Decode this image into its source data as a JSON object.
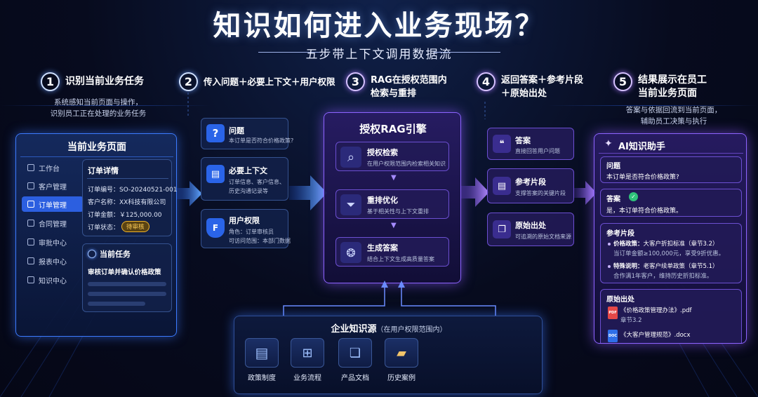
{
  "header": {
    "title": "知识如何进入业务现场？",
    "subtitle": "五步带上下文调用数据流"
  },
  "steps": [
    {
      "num": "1",
      "title": "识别当前业务任务",
      "desc": [
        "系统感知当前页面与操作，",
        "识别员工正在处理的业务任务"
      ]
    },
    {
      "num": "2",
      "title": "传入问题＋必要上下文＋用户权限"
    },
    {
      "num": "3",
      "title": [
        "RAG在授权范围内",
        "检索与重排"
      ]
    },
    {
      "num": "4",
      "title": [
        "返回答案＋参考片段",
        "＋原始出处"
      ]
    },
    {
      "num": "5",
      "title": [
        "结果展示在员工",
        "当前业务页面"
      ],
      "desc": [
        "答案与依据回流到当前页面，",
        "辅助员工决策与执行"
      ]
    }
  ],
  "business_page": {
    "title": "当前业务页面",
    "menu": [
      {
        "label": "工作台",
        "icon": "home-icon"
      },
      {
        "label": "客户管理",
        "icon": "user-icon"
      },
      {
        "label": "订单管理",
        "icon": "order-icon",
        "active": true
      },
      {
        "label": "合同管理",
        "icon": "contract-icon"
      },
      {
        "label": "审批中心",
        "icon": "approve-icon"
      },
      {
        "label": "报表中心",
        "icon": "report-icon"
      },
      {
        "label": "知识中心",
        "icon": "knowledge-icon"
      }
    ],
    "order": {
      "heading": "订单详情",
      "number": "订单编号：SO-20240521-001",
      "customer": "客户名称：XX科技有限公司",
      "amount": "订单金额：￥125,000.00",
      "status_label": "订单状态：",
      "status_badge": "待审核"
    },
    "task": {
      "heading": "当前任务",
      "text": "审核订单并确认价格政策"
    }
  },
  "context_cards": [
    {
      "title": "问题",
      "desc": "本订单是否符合价格政策?",
      "icon": "question-icon"
    },
    {
      "title": "必要上下文",
      "desc": [
        "订单信息、客户信息、",
        "历史沟通记录等"
      ],
      "icon": "document-icon"
    },
    {
      "title": "用户权限",
      "desc": [
        "角色：订单审核员",
        "可访问范围：本部门数据"
      ],
      "icon": "shield-icon"
    }
  ],
  "engine": {
    "title": "授权RAG引擎",
    "stages": [
      {
        "title": "授权检索",
        "desc": "在用户权限范围内检索相关知识",
        "icon": "search-icon"
      },
      {
        "title": "重排优化",
        "desc": "基于相关性与上下文重排",
        "icon": "filter-icon"
      },
      {
        "title": "生成答案",
        "desc": "结合上下文生成高质量答案",
        "icon": "brain-icon"
      }
    ]
  },
  "output_cards": [
    {
      "title": "答案",
      "desc": "直接回答用户问题",
      "icon": "answer-icon"
    },
    {
      "title": "参考片段",
      "desc": "支撑答案的关键片段",
      "icon": "snippet-icon"
    },
    {
      "title": "原始出处",
      "desc": "可追溯的原始文档来源",
      "icon": "book-icon"
    }
  ],
  "assistant": {
    "title": "AI知识助手",
    "question_label": "问题",
    "question": "本订单是否符合价格政策?",
    "answer_label": "答案",
    "answer": "是，本订单符合价格政策。",
    "refs_label": "参考片段",
    "refs": [
      {
        "key": "价格政策：",
        "line1": "大客户折扣标准（章节3.2）",
        "line2": "当订单金额≥100,000元，享受9折优惠。"
      },
      {
        "key": "特殊说明：",
        "line1": "老客户续单政策（章节5.1）",
        "line2": "合作满1年客户，维持历史折扣标准。"
      }
    ],
    "source_label": "原始出处",
    "sources": [
      {
        "name": "《价格政策管理办法》.pdf",
        "section": "章节3.2",
        "type": "PDF"
      },
      {
        "name": "《大客户管理规范》.docx",
        "section": "",
        "type": "DOC"
      }
    ]
  },
  "knowledge_source": {
    "title": "企业知识源",
    "note": "（在用户权限范围内）",
    "items": [
      {
        "label": "政策制度",
        "icon": "policy-icon"
      },
      {
        "label": "业务流程",
        "icon": "flow-icon"
      },
      {
        "label": "产品文档",
        "icon": "book-open-icon"
      },
      {
        "label": "历史案例",
        "icon": "folder-icon"
      }
    ]
  },
  "colors": {
    "accent_blue": "#3c7bff",
    "accent_purple": "#8d63ff",
    "status_pending": "#f0b429",
    "success": "#2fc27a"
  }
}
